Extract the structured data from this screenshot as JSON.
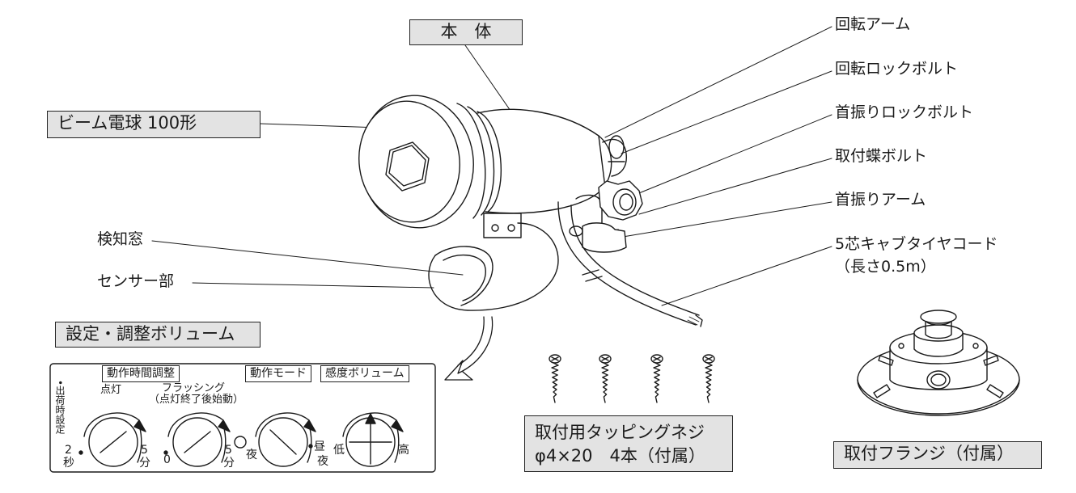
{
  "labels": {
    "body": "本　体",
    "bulb": "ビーム電球 100形",
    "rotate_arm": "回転アーム",
    "rotate_lock_bolt": "回転ロックボルト",
    "swing_lock_bolt": "首振りロックボルト",
    "mount_wing_bolt": "取付蝶ボルト",
    "swing_arm": "首振りアーム",
    "cord_line1": "5芯キャブタイヤコード",
    "cord_line2": "（長さ0.5m）",
    "detect_window": "検知窓",
    "sensor": "センサー部",
    "volume_title": "設定・調整ボリューム",
    "screws_line1": "取付用タッピングネジ",
    "screws_line2": "φ4×20　4本（付属）",
    "flange": "取付フランジ（付属）"
  },
  "panel": {
    "time_adjust": "動作時間調整",
    "mode": "動作モード",
    "sensitivity": "感度ボリューム",
    "side_label": "•出荷時設定",
    "light_on": "点灯",
    "flash_line1": "フラッシング",
    "flash_line2": "（点灯終了後始動）",
    "dial1_min": "2",
    "dial1_min_unit": "秒",
    "dial1_max": "5",
    "dial1_max_unit": "分",
    "dial2_min": "0",
    "dial2_max": "5",
    "dial2_max_unit": "分",
    "mode_night": "夜",
    "mode_day": "昼",
    "mode_night2": "夜",
    "sens_low": "低",
    "sens_high": "高"
  }
}
